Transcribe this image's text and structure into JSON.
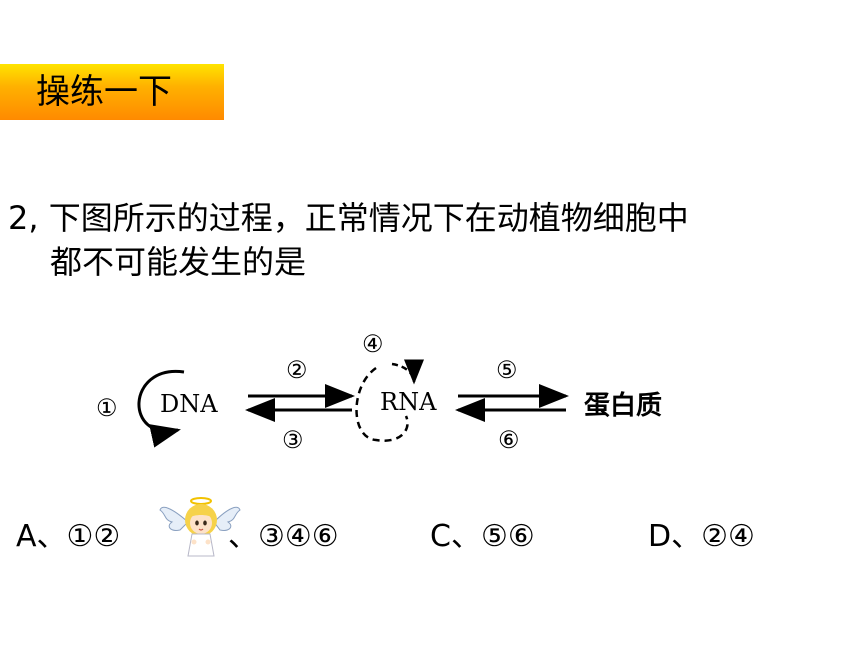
{
  "slide": {
    "title": "操练一下"
  },
  "question": {
    "line1": "2, 下图所示的过程，正常情况下在动植物细胞中",
    "line2": "都不可能发生的是"
  },
  "diagram": {
    "dna": "DNA",
    "rna": "RNA",
    "protein": "蛋白质",
    "labels": [
      "①",
      "②",
      "③",
      "④",
      "⑤",
      "⑥"
    ]
  },
  "options": {
    "a": "A、①②",
    "b": "、③④⑥",
    "c": "C、⑤⑥",
    "d": "D、②④"
  },
  "colors": {
    "title_bar_top": "#ffe400",
    "title_bar_bottom": "#ff8a00"
  }
}
